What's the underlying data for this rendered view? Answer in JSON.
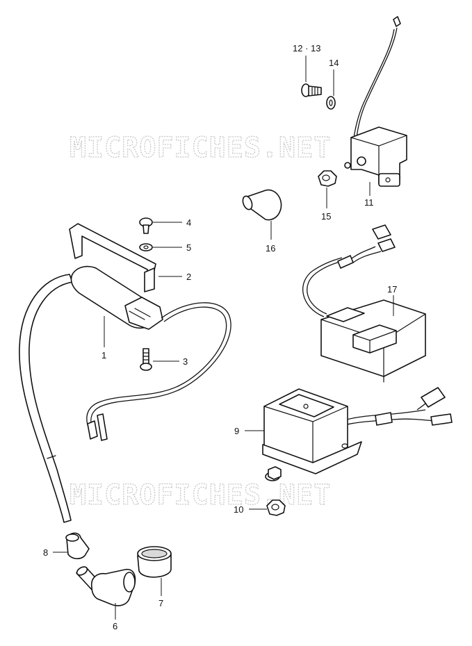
{
  "watermark": "MICROFICHES.NET",
  "callouts": {
    "c1": "1",
    "c2": "2",
    "c3": "3",
    "c4": "4",
    "c5": "5",
    "c6": "6",
    "c7": "7",
    "c8": "8",
    "c9": "9",
    "c10": "10",
    "c11": "11",
    "c12_13": "12 · 13",
    "c14": "14",
    "c15": "15",
    "c16": "16",
    "c17": "17"
  },
  "colors": {
    "line": "#111111",
    "watermark": "#c8c8c8",
    "background": "#ffffff"
  }
}
